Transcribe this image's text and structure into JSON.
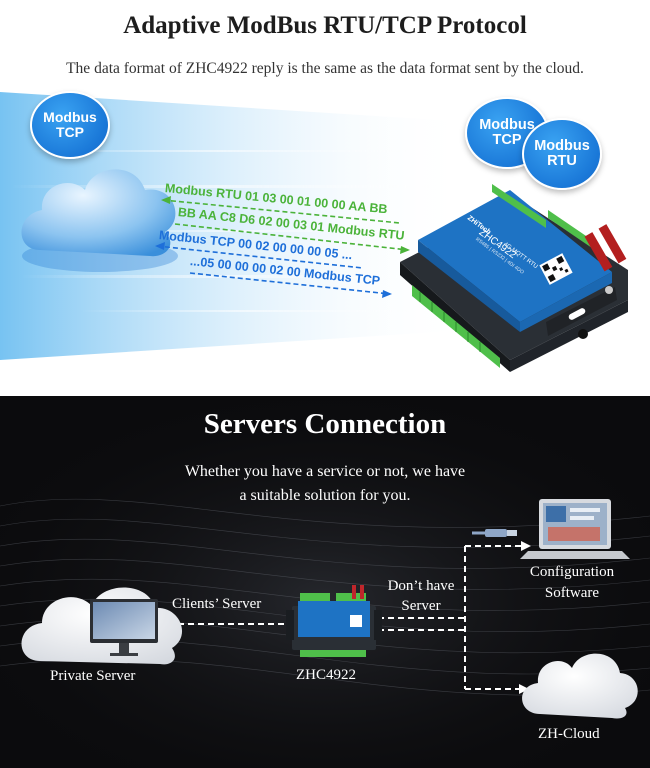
{
  "top": {
    "title": "Adaptive ModBus RTU/TCP Protocol",
    "subtitle": "The data format of ZHC4922 reply is the same as the data format sent by the cloud.",
    "left_bubble": [
      "Modbus",
      "TCP"
    ],
    "right_bubble_1": [
      "Modbus",
      "TCP"
    ],
    "right_bubble_2": [
      "Modbus",
      "RTU"
    ],
    "messages": [
      "Modbus RTU 01 03 00 01 00 00 AA BB",
      "BB AA C8  D6 02 00 03 01 Modbus RTU",
      "Modbus TCP 00 02 00 00 00 05 ...",
      "...05 00 00 00 02 00 Modbus TCP"
    ],
    "device": {
      "brand": "ZHiTech",
      "model": "ZHC4922",
      "spec": "RS485 | RS232 | 4DI 4DO",
      "tags": "4G  MQTT  RTU"
    },
    "colors": {
      "green": "#4bb33a",
      "blue": "#1e6fd9",
      "bubble": "#1a78d8"
    }
  },
  "bottom": {
    "title": "Servers Connection",
    "desc_line1": "Whether you have a service or not, we have",
    "desc_line2": "a suitable solution for you.",
    "clients_label": "Clients’ Server",
    "dont_have_line1": "Don’t have",
    "dont_have_line2": "Server",
    "config_line1": "Configuration",
    "config_line2": "Software",
    "private_server": "Private Server",
    "device_name": "ZHC4922",
    "cloud_name": "ZH-Cloud"
  }
}
